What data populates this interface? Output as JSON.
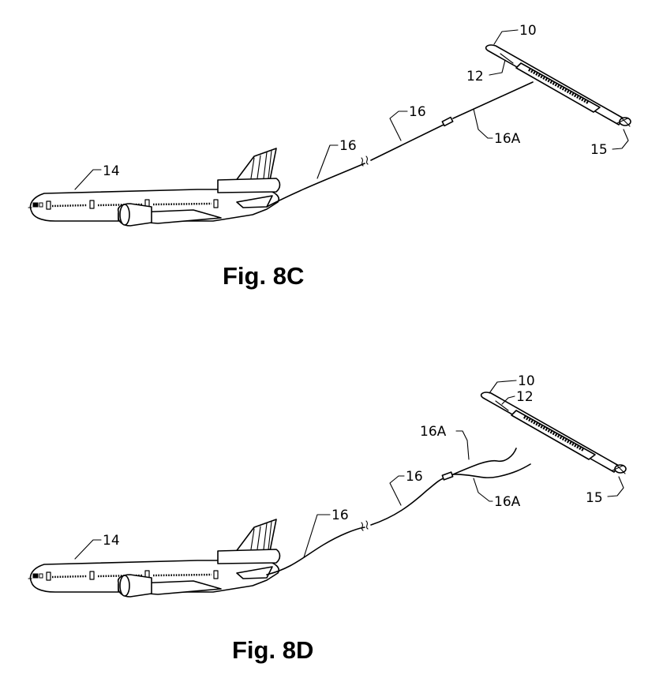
{
  "figures": [
    {
      "caption": "Fig. 8C",
      "labels": {
        "tanker": "14",
        "hose_front": "16",
        "hose_mid": "16",
        "hose_tail": "16A",
        "drogue_top": "10",
        "drogue_body": "12",
        "drogue_tail": "15"
      }
    },
    {
      "caption": "Fig. 8D",
      "labels": {
        "tanker": "14",
        "hose_front": "16",
        "hose_mid": "16",
        "hose_tail_upper": "16A",
        "hose_tail_lower": "16A",
        "drogue_top": "10",
        "drogue_body": "12",
        "drogue_tail": "15"
      }
    }
  ]
}
